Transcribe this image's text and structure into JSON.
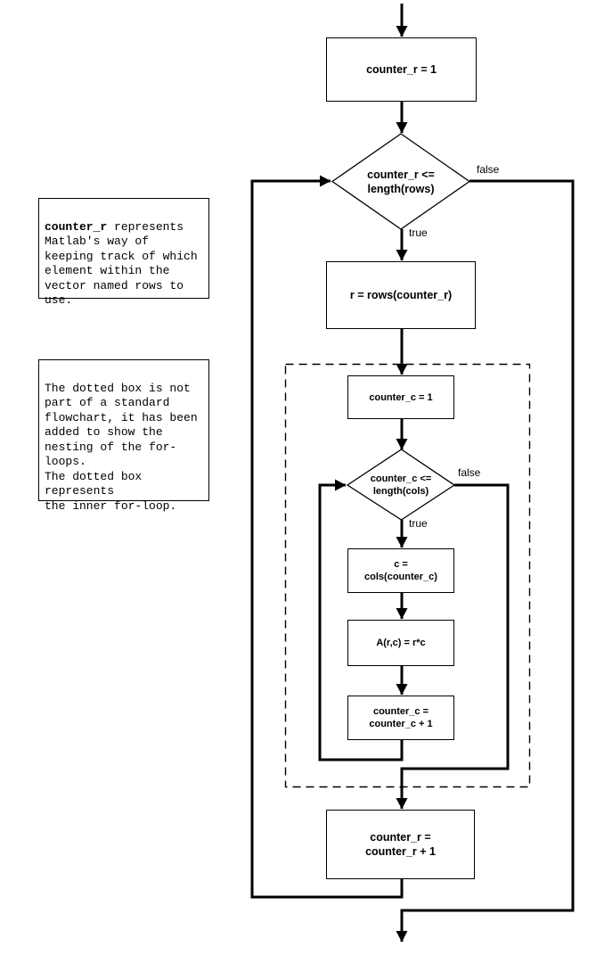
{
  "nodes": {
    "init_r": "counter_r = 1",
    "cond_r": "counter_r <=\nlength(rows)",
    "assign_r": "r = rows(counter_r)",
    "init_c": "counter_c = 1",
    "cond_c": "counter_c <=\nlength(cols)",
    "assign_c": "c =\ncols(counter_c)",
    "compute": "A(r,c) = r*c",
    "inc_c": "counter_c =\ncounter_c + 1",
    "inc_r": "counter_r =\ncounter_r + 1"
  },
  "branch_labels": {
    "outer_false": "false",
    "outer_true": "true",
    "inner_false": "false",
    "inner_true": "true"
  },
  "notes": [
    {
      "lead_bold": "counter_r",
      "rest": " represents\nMatlab's way of\nkeeping track of which\nelement within the\nvector named rows to\nuse."
    },
    {
      "text": "The dotted box is not\npart of a standard\nflowchart, it has been\nadded to show the\nnesting of the for-\nloops.\nThe dotted box\nrepresents\nthe inner for-loop."
    }
  ],
  "colors": {
    "line": "#000000",
    "background": "#ffffff"
  }
}
